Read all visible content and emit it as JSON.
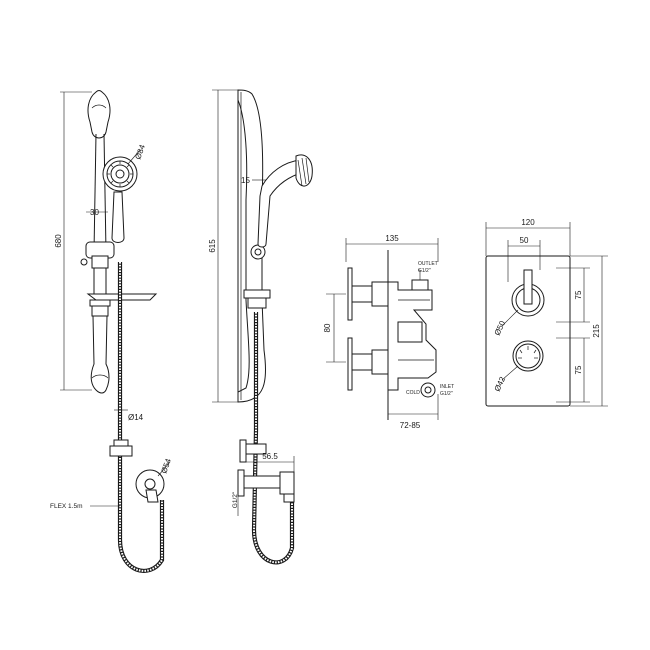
{
  "front_view": {
    "height_label": "680",
    "bar_offset_label": "30",
    "head_diameter_label": "Ø84",
    "hose_diameter_label": "Ø14",
    "outlet_diameter_label": "Ø54",
    "hose_label": "FLEX 1.5m"
  },
  "side_view": {
    "height_label": "615",
    "head_angle_label": "15",
    "outlet_offset_label": "56.5",
    "thread_label": "G1/2\""
  },
  "valve_side_view": {
    "width_label": "135",
    "height_label": "80",
    "depth_label": "72-85",
    "outlet_label": "OUTLET",
    "outlet_thread_label": "G1/2\"",
    "inlet_label": "INLET",
    "inlet_thread_label": "G1/2\"",
    "cold_label": "COLD"
  },
  "valve_front_view": {
    "width_label": "120",
    "spindle_offset_label": "50",
    "height_label": "215",
    "upper_spacing_label": "75",
    "lower_spacing_label": "75",
    "upper_handle_label": "Ø50",
    "lower_handle_label": "Ø42"
  }
}
